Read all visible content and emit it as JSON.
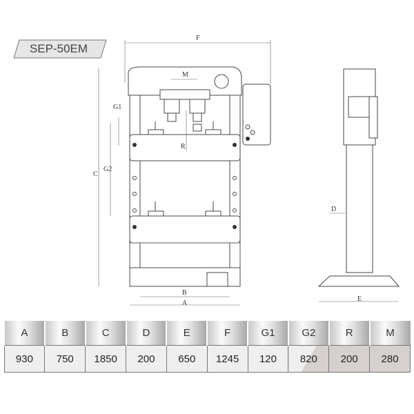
{
  "model": "SEP-50EM",
  "dimension_labels": {
    "A": "A",
    "B": "B",
    "C": "C",
    "D": "D",
    "E": "E",
    "F": "F",
    "G1": "G1",
    "G2": "G2",
    "R": "R",
    "M": "M"
  },
  "table": {
    "headers": [
      "A",
      "B",
      "C",
      "D",
      "E",
      "F",
      "G1",
      "G2",
      "R",
      "M"
    ],
    "values": [
      "930",
      "750",
      "1850",
      "200",
      "650",
      "1245",
      "120",
      "820",
      "200",
      "280"
    ]
  }
}
